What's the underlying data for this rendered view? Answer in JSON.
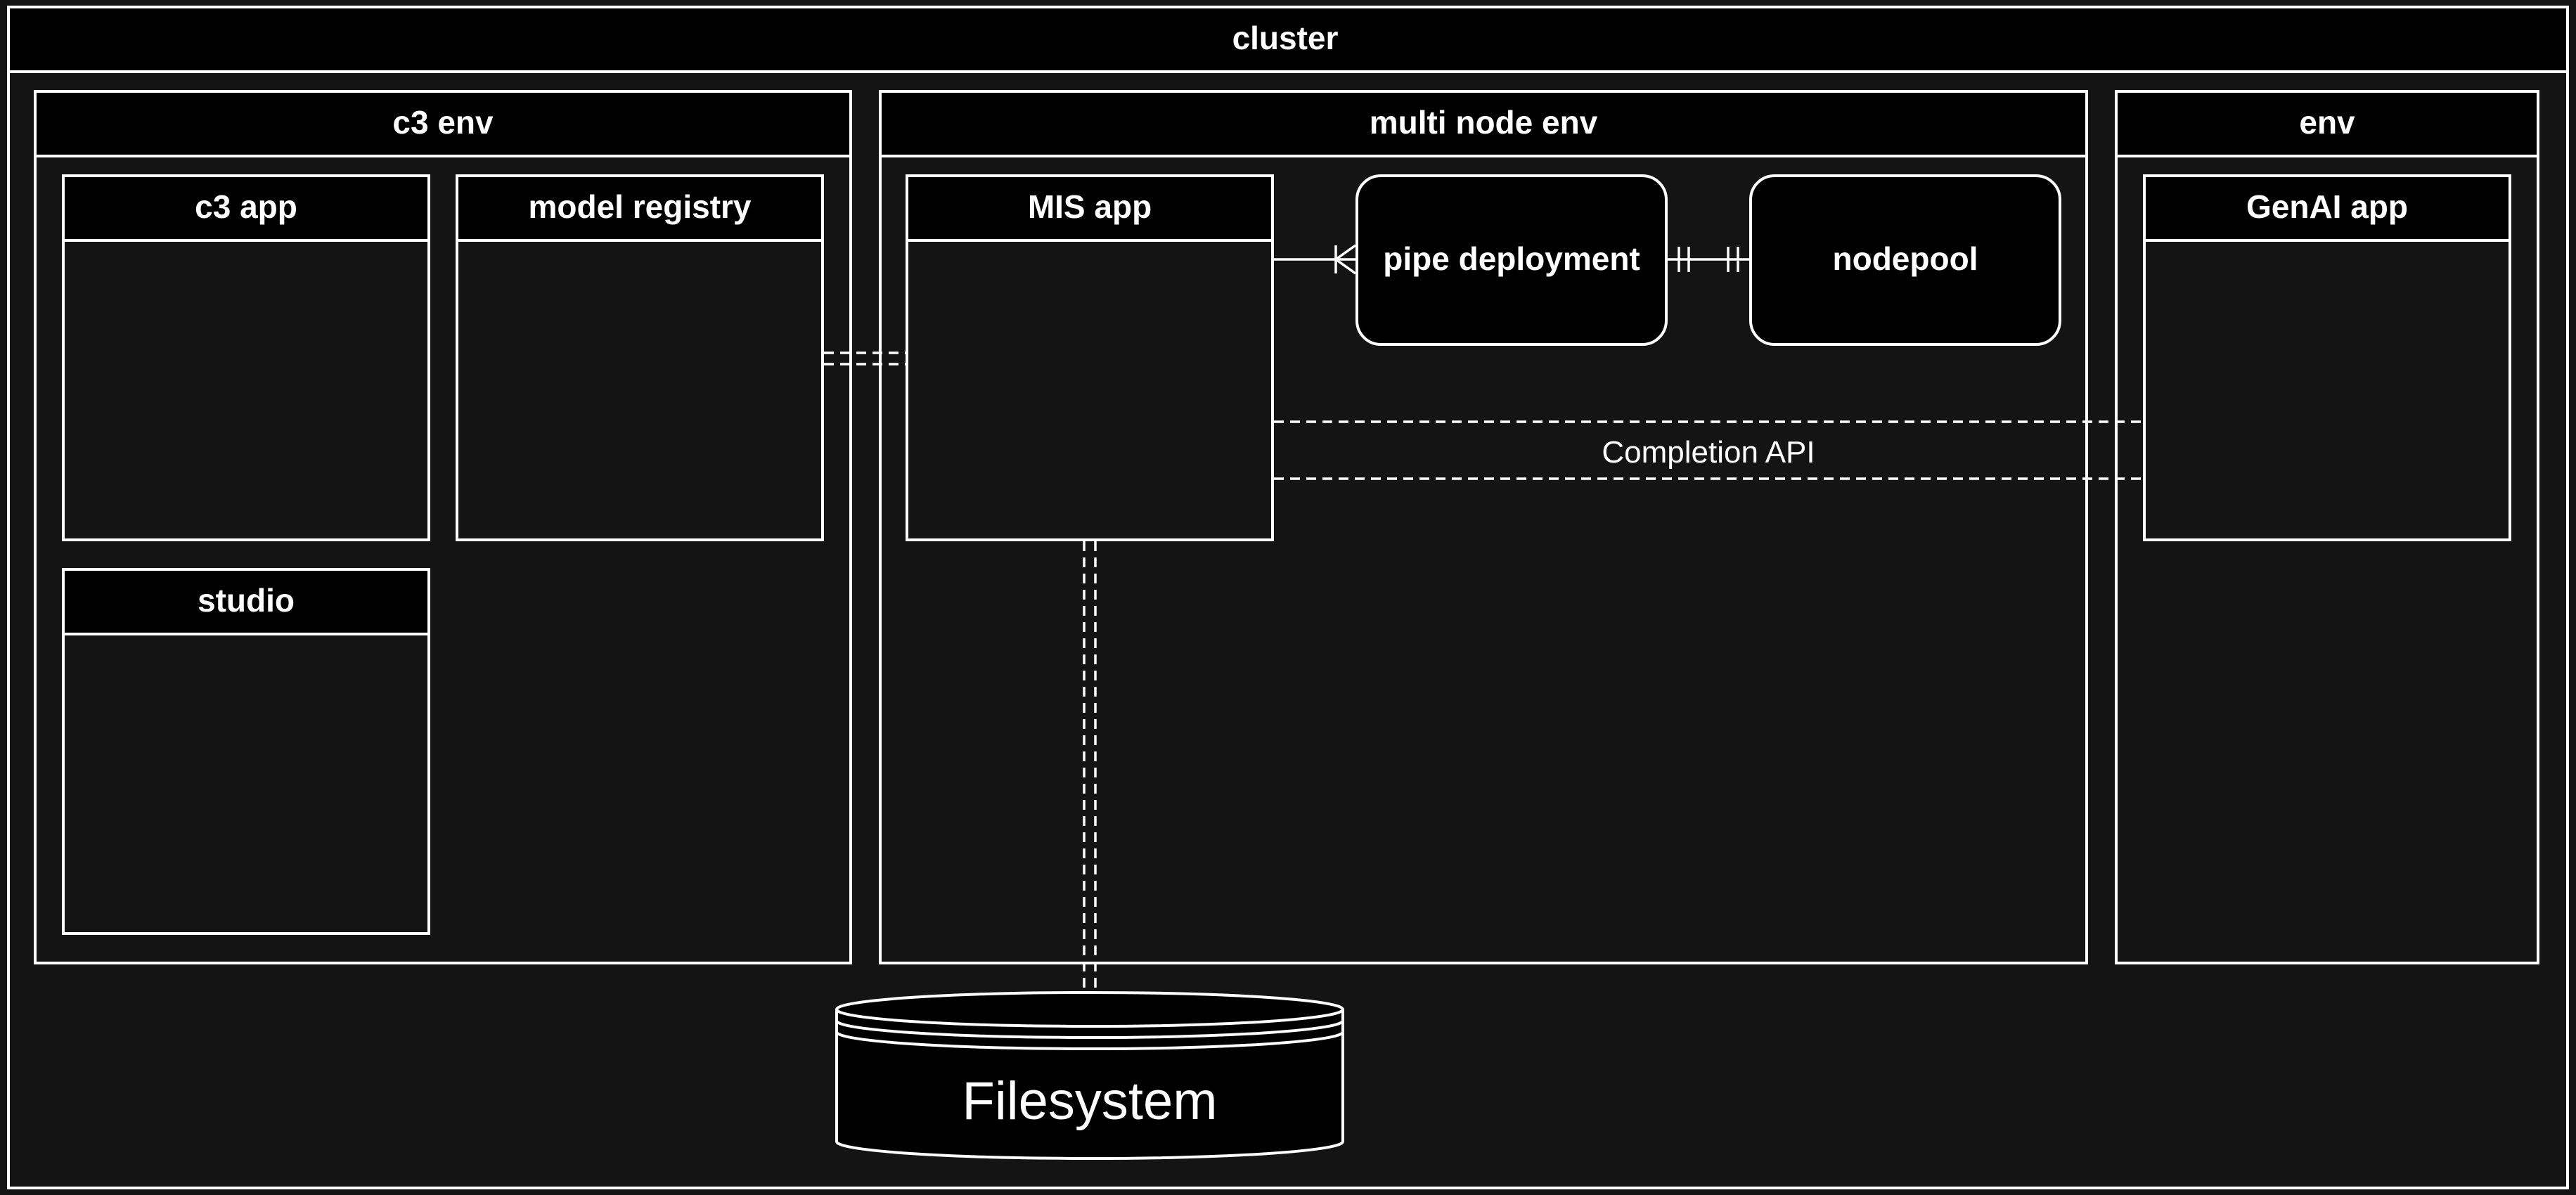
{
  "colors": {
    "background": "#141414",
    "header_fill": "#000000",
    "stroke": "#ffffff",
    "text": "#ffffff"
  },
  "cluster": {
    "title": "cluster"
  },
  "c3_env": {
    "title": "c3 env",
    "c3_app": {
      "title": "c3 app"
    },
    "model_registry": {
      "title": "model registry"
    },
    "studio": {
      "title": "studio"
    }
  },
  "multi_node_env": {
    "title": "multi node env",
    "mis_app": {
      "title": "MIS app"
    },
    "pipe_deployment": {
      "title": "pipe deployment"
    },
    "nodepool": {
      "title": "nodepool"
    }
  },
  "env": {
    "title": "env",
    "genai_app": {
      "title": "GenAI app"
    }
  },
  "filesystem": {
    "label": "Filesystem"
  },
  "connections": {
    "completion_api_label": "Completion API"
  }
}
